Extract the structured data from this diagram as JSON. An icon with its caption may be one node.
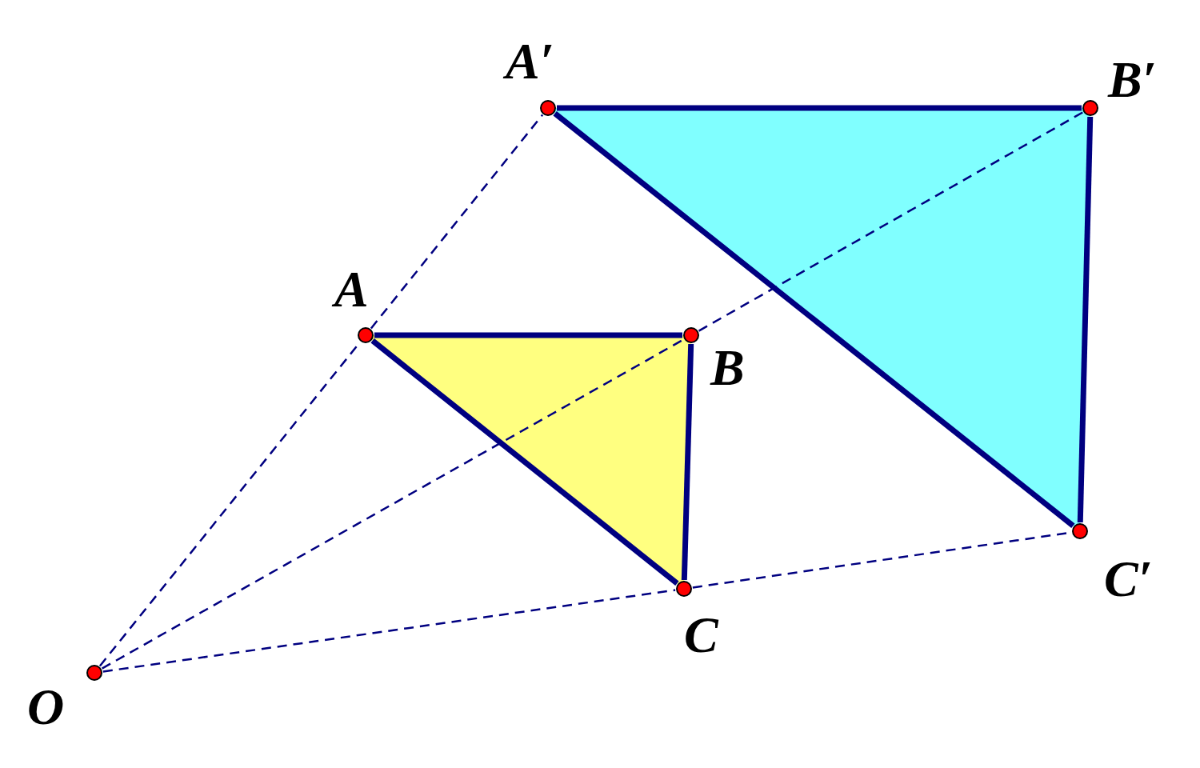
{
  "diagram": {
    "nodes": [
      {
        "text": [],
        "shape": "circle",
        "beside": [
          "O"
        ]
      },
      {
        "text": [],
        "shape": "circle",
        "beside": [
          "A"
        ]
      },
      {
        "text": [],
        "shape": "circle",
        "beside": [
          "B"
        ]
      },
      {
        "text": [],
        "shape": "circle",
        "beside": [
          "C"
        ]
      },
      {
        "text": [],
        "shape": "circle",
        "beside": [
          "A′"
        ]
      },
      {
        "text": [],
        "shape": "circle",
        "beside": [
          "B′"
        ]
      },
      {
        "text": [],
        "shape": "circle",
        "beside": [
          "C′"
        ]
      }
    ],
    "edges": [
      {
        "from": 0,
        "to": 1,
        "arrow": "none",
        "style": "dashed"
      },
      {
        "from": 1,
        "to": 4,
        "arrow": "none",
        "style": "dashed"
      },
      {
        "from": 0,
        "to": 2,
        "arrow": "none",
        "style": "dashed"
      },
      {
        "from": 2,
        "to": 5,
        "arrow": "none",
        "style": "dashed"
      },
      {
        "from": 0,
        "to": 3,
        "arrow": "none",
        "style": "dashed"
      },
      {
        "from": 3,
        "to": 6,
        "arrow": "none",
        "style": "dashed"
      },
      {
        "from": 1,
        "to": 2,
        "arrow": "none",
        "style": "thick"
      },
      {
        "from": 2,
        "to": 3,
        "arrow": "none",
        "style": "thick"
      },
      {
        "from": 3,
        "to": 1,
        "arrow": "none",
        "style": "thick"
      },
      {
        "from": 4,
        "to": 5,
        "arrow": "none",
        "style": "thick"
      },
      {
        "from": 5,
        "to": 6,
        "arrow": "none",
        "style": "thick"
      },
      {
        "from": 6,
        "to": 4,
        "arrow": "none",
        "style": "thick"
      }
    ]
  }
}
